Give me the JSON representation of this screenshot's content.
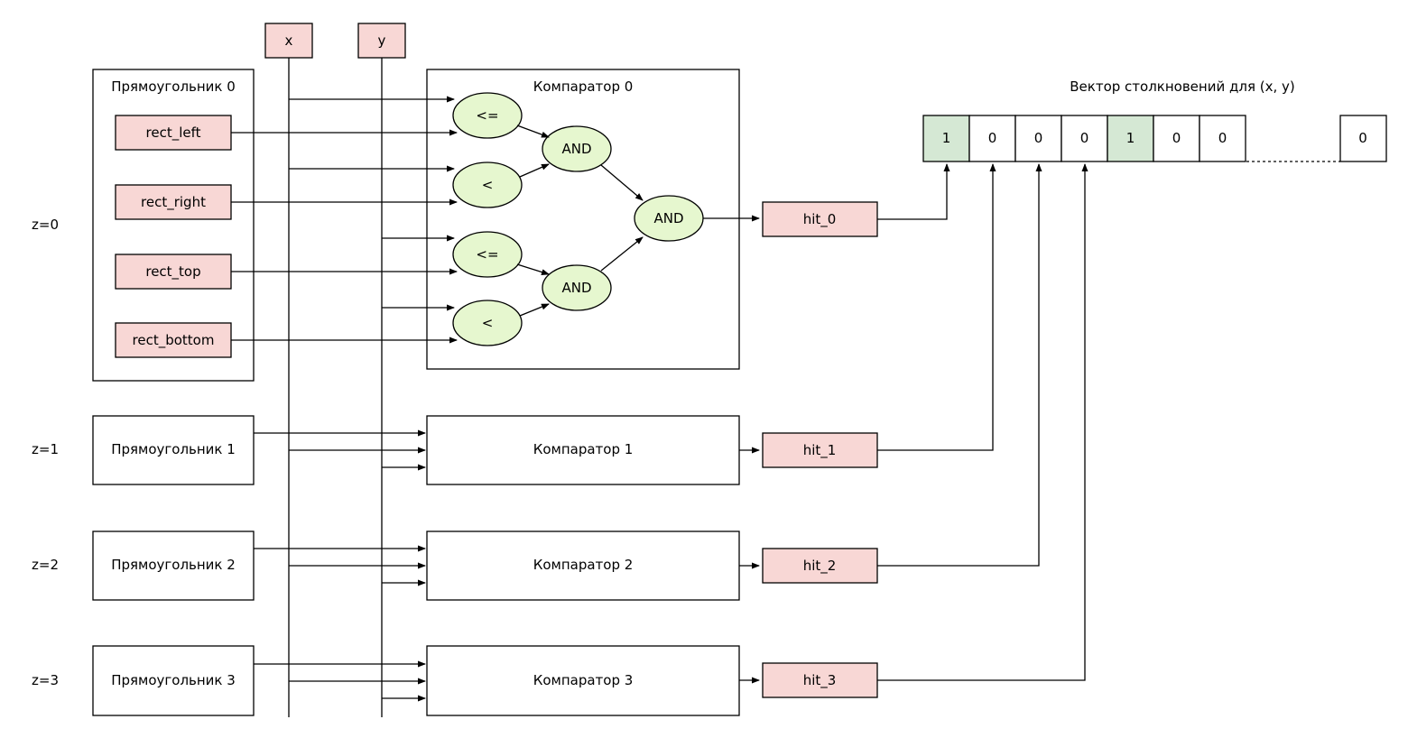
{
  "inputs": {
    "x": "x",
    "y": "y"
  },
  "rect0": {
    "title": "Прямоугольник 0",
    "fields": [
      "rect_left",
      "rect_right",
      "rect_top",
      "rect_bottom"
    ]
  },
  "comparator0": {
    "title": "Компаратор 0",
    "ops": [
      "<=",
      "<",
      "<=",
      "<"
    ],
    "and_labels": [
      "AND",
      "AND",
      "AND"
    ]
  },
  "z_labels": [
    "z=0",
    "z=1",
    "z=2",
    "z=3"
  ],
  "rects": [
    "Прямоугольник 1",
    "Прямоугольник 2",
    "Прямоугольник 3"
  ],
  "comparators": [
    "Компаратор 1",
    "Компаратор 2",
    "Компаратор 3"
  ],
  "hits": [
    "hit_0",
    "hit_1",
    "hit_2",
    "hit_3"
  ],
  "vector": {
    "title": "Вектор столкновений для (x, y)",
    "cells": [
      "1",
      "0",
      "0",
      "0",
      "1",
      "0",
      "0"
    ],
    "last_cell": "0",
    "highlight_color": "#d5e8d4"
  },
  "colors": {
    "field_fill": "#f8d7d5",
    "op_fill": "#e6f7cf"
  }
}
